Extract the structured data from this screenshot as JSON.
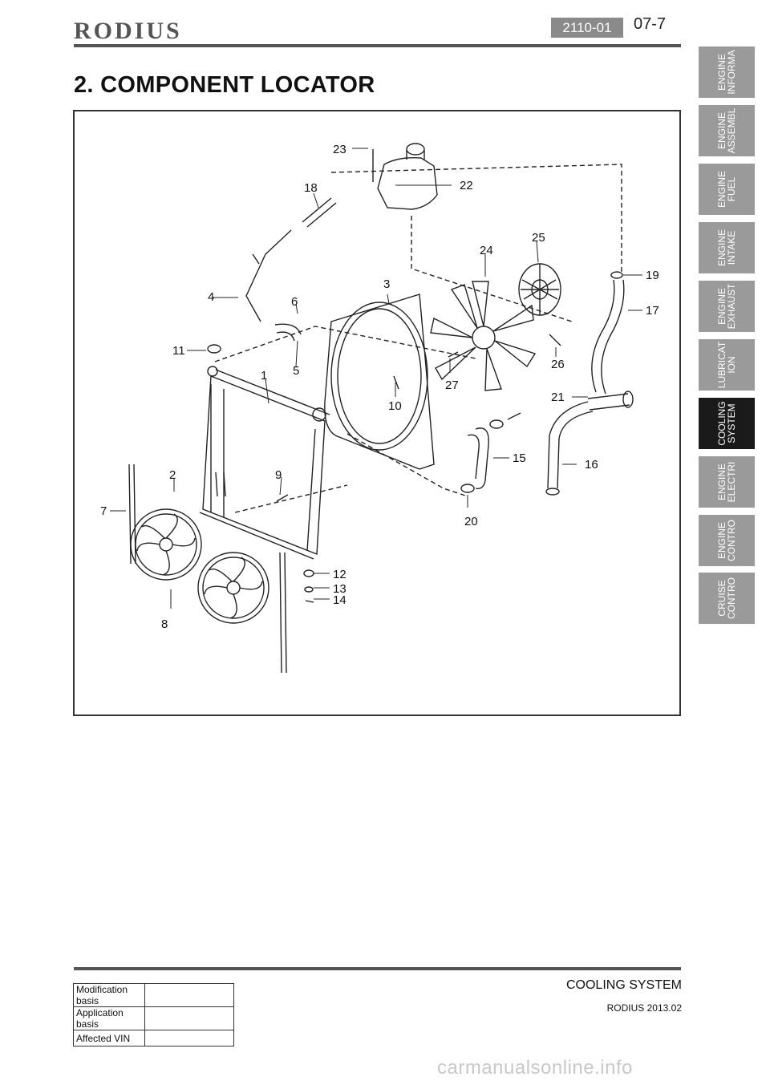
{
  "header": {
    "brand": "RODIUS",
    "section_code": "2110-01",
    "page_number": "07-7"
  },
  "title": "2. COMPONENT LOCATOR",
  "diagram": {
    "labels": [
      "1",
      "2",
      "3",
      "4",
      "5",
      "6",
      "7",
      "8",
      "9",
      "10",
      "11",
      "12",
      "13",
      "14",
      "15",
      "16",
      "17",
      "18",
      "19",
      "20",
      "21",
      "22",
      "23",
      "24",
      "25",
      "26",
      "27"
    ]
  },
  "side_tabs": [
    {
      "label": "ENGINE\nINFORMA",
      "active": false
    },
    {
      "label": "ENGINE\nASSEMBL",
      "active": false
    },
    {
      "label": "ENGINE\nFUEL",
      "active": false
    },
    {
      "label": "ENGINE\nINTAKE",
      "active": false
    },
    {
      "label": "ENGINE\nEXHAUST",
      "active": false
    },
    {
      "label": "LUBRICAT\nION",
      "active": false
    },
    {
      "label": "COOLING\nSYSTEM",
      "active": true
    },
    {
      "label": "ENGINE\nELECTRI",
      "active": false
    },
    {
      "label": "ENGINE\nCONTRO",
      "active": false
    },
    {
      "label": "CRUISE\nCONTRO",
      "active": false
    }
  ],
  "meta_table": [
    {
      "key": "Modification basis",
      "value": ""
    },
    {
      "key": "Application basis",
      "value": ""
    },
    {
      "key": "Affected VIN",
      "value": ""
    }
  ],
  "footer": {
    "section": "COOLING SYSTEM",
    "model": "RODIUS 2013.02"
  },
  "watermark": "carmanualsonline.info",
  "colors": {
    "tab_inactive": "#9a9a9a",
    "tab_active": "#1a1a1a",
    "rule": "#555555"
  }
}
